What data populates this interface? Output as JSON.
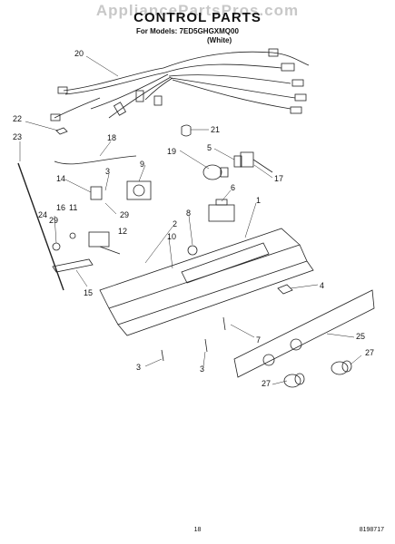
{
  "watermark": "AppliancePartsPros.com",
  "header": {
    "title": "CONTROL PARTS",
    "models_line": "For Models: 7ED5GHGXMQ00",
    "color_line": "(White)"
  },
  "footer": {
    "page_number": "18",
    "doc_code": "8198717"
  },
  "callouts": {
    "c20": "20",
    "c22": "22",
    "c23": "23",
    "c21": "21",
    "c18": "18",
    "c19": "19",
    "c5": "5",
    "c17": "17",
    "c9": "9",
    "c3a": "3",
    "c14": "14",
    "c29a": "29",
    "c6": "6",
    "c1": "1",
    "c16": "16",
    "c11": "11",
    "c24": "24",
    "c29b": "29",
    "c12": "12",
    "c2": "2",
    "c8": "8",
    "c10": "10",
    "c15": "15",
    "c4": "4",
    "c7": "7",
    "c25": "25",
    "c3b": "3",
    "c3c": "3",
    "c27a": "27",
    "c27b": "27"
  }
}
